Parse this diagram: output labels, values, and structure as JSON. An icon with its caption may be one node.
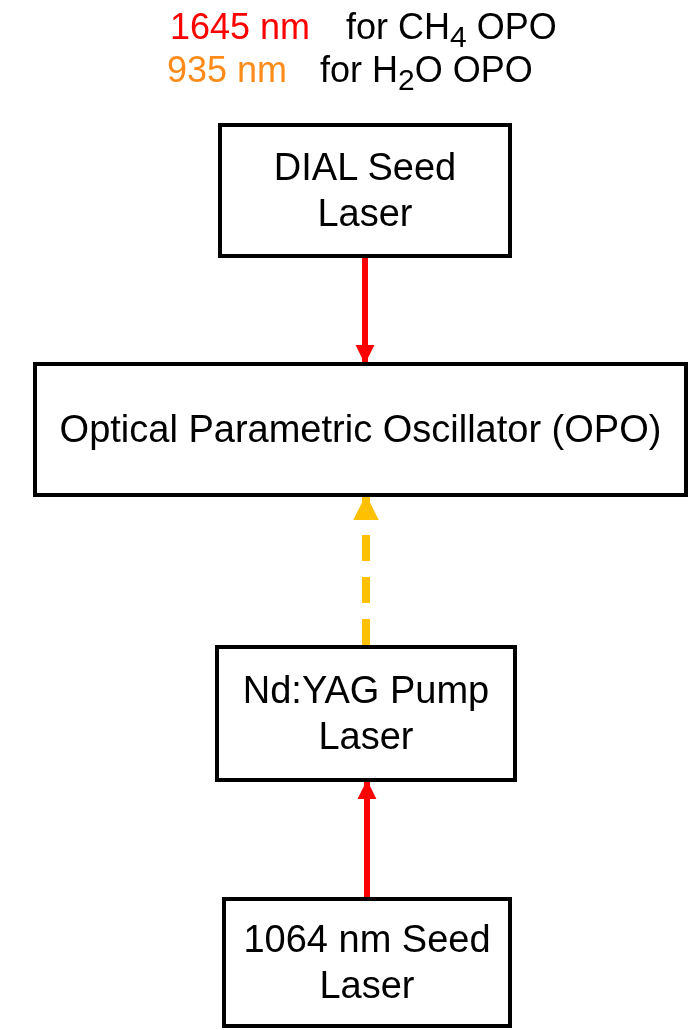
{
  "diagram": {
    "nodes": [
      {
        "text": [
          "DIAL Seed Laser"
        ]
      },
      {
        "text": [
          "Optical Parametric Oscillator (OPO)"
        ]
      },
      {
        "text": [
          "Nd:YAG Pump Laser"
        ]
      },
      {
        "text": [
          "1064 nm Seed Laser"
        ]
      }
    ],
    "edges": [
      {
        "from": 0,
        "to": 1,
        "arrow": "to"
      },
      {
        "from": 2,
        "to": 1,
        "arrow": "to",
        "style": "dashed",
        "color": "#ffc000"
      },
      {
        "from": 3,
        "to": 2,
        "arrow": "to"
      }
    ],
    "labels": [
      "1645 nm",
      "for CH$_{4}$ OPO",
      "935 nm",
      "for H$_{2}$O OPO"
    ]
  }
}
